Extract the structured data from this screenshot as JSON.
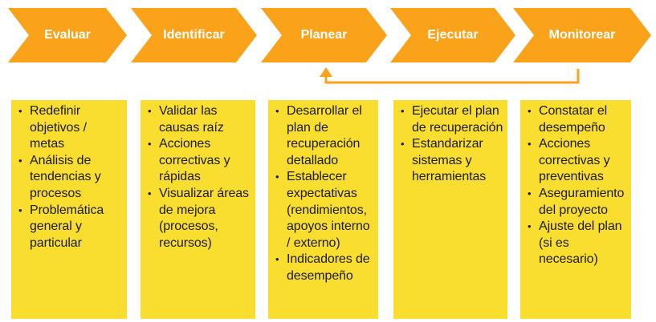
{
  "colors": {
    "chevron": "#f9a21a",
    "box": "#f9de30",
    "connector": "#f9a21a",
    "chevron_text": "#ffffff",
    "box_text": "#1a1a1a"
  },
  "steps": [
    {
      "label": "Evaluar",
      "items": [
        "Redefinir objetivos / metas",
        "Análisis de tendencias y procesos",
        "Problemática general y particular"
      ]
    },
    {
      "label": "Identificar",
      "items": [
        "Validar las causas raíz",
        "Acciones correctivas y rápidas",
        "Visualizar áreas de mejora (procesos, recursos)"
      ]
    },
    {
      "label": "Planear",
      "items": [
        "Desarrollar el plan de recuperación detallado",
        "Establecer expectativas (rendimientos, apoyos interno / externo)",
        "Indicadores de desempeño"
      ]
    },
    {
      "label": "Ejecutar",
      "items": [
        "Ejecutar el plan de recuperación",
        "Estandarizar sistemas y herramientas"
      ]
    },
    {
      "label": "Monitorear",
      "items": [
        "Constatar el desempeño",
        "Acciones correctivas y preventivas",
        "Aseguramiento del proyecto",
        "Ajuste del plan (si es necesario)"
      ]
    }
  ],
  "feedback_arrow": {
    "from_step": "Monitorear",
    "to_step": "Planear"
  }
}
